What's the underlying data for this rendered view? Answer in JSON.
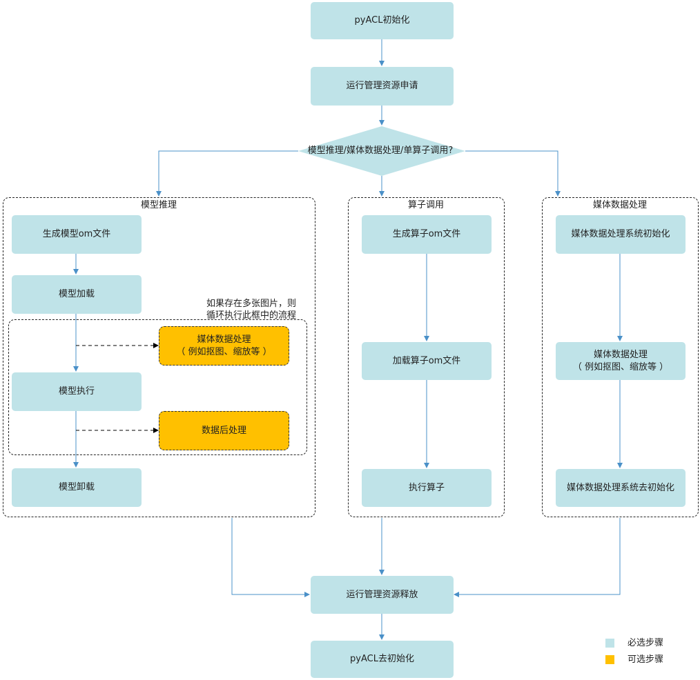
{
  "nodes": {
    "init": "pyACL初始化",
    "resource_request": "运行管理资源申请",
    "decision": "模型推理/媒体数据处理/单算子调用?",
    "gen_model_om": "生成模型om文件",
    "model_load": "模型加载",
    "model_media": "媒体数据处理\n（ 例如抠图、缩放等 ）",
    "model_exec": "模型执行",
    "post_process": "数据后处理",
    "model_unload": "模型卸载",
    "gen_op_om": "生成算子om文件",
    "load_op_om": "加载算子om文件",
    "exec_op": "执行算子",
    "media_init": "媒体数据处理系统初始化",
    "media_process": "媒体数据处理\n（ 例如抠图、缩放等 ）",
    "media_deinit": "媒体数据处理系统去初始化",
    "resource_release": "运行管理资源释放",
    "deinit": "pyACL去初始化"
  },
  "groups": {
    "model_inference": "模型推理",
    "op_call": "算子调用",
    "media_processing": "媒体数据处理",
    "loop_note": "如果存在多张图片，则\n循环执行此框中的流程"
  },
  "legend": {
    "required": "必选步骤",
    "optional": "可选步骤",
    "required_color": "#bfe3e8",
    "optional_color": "#ffc000"
  },
  "colors": {
    "arrow": "#4a90c8",
    "dashed_arrow": "#000000"
  }
}
